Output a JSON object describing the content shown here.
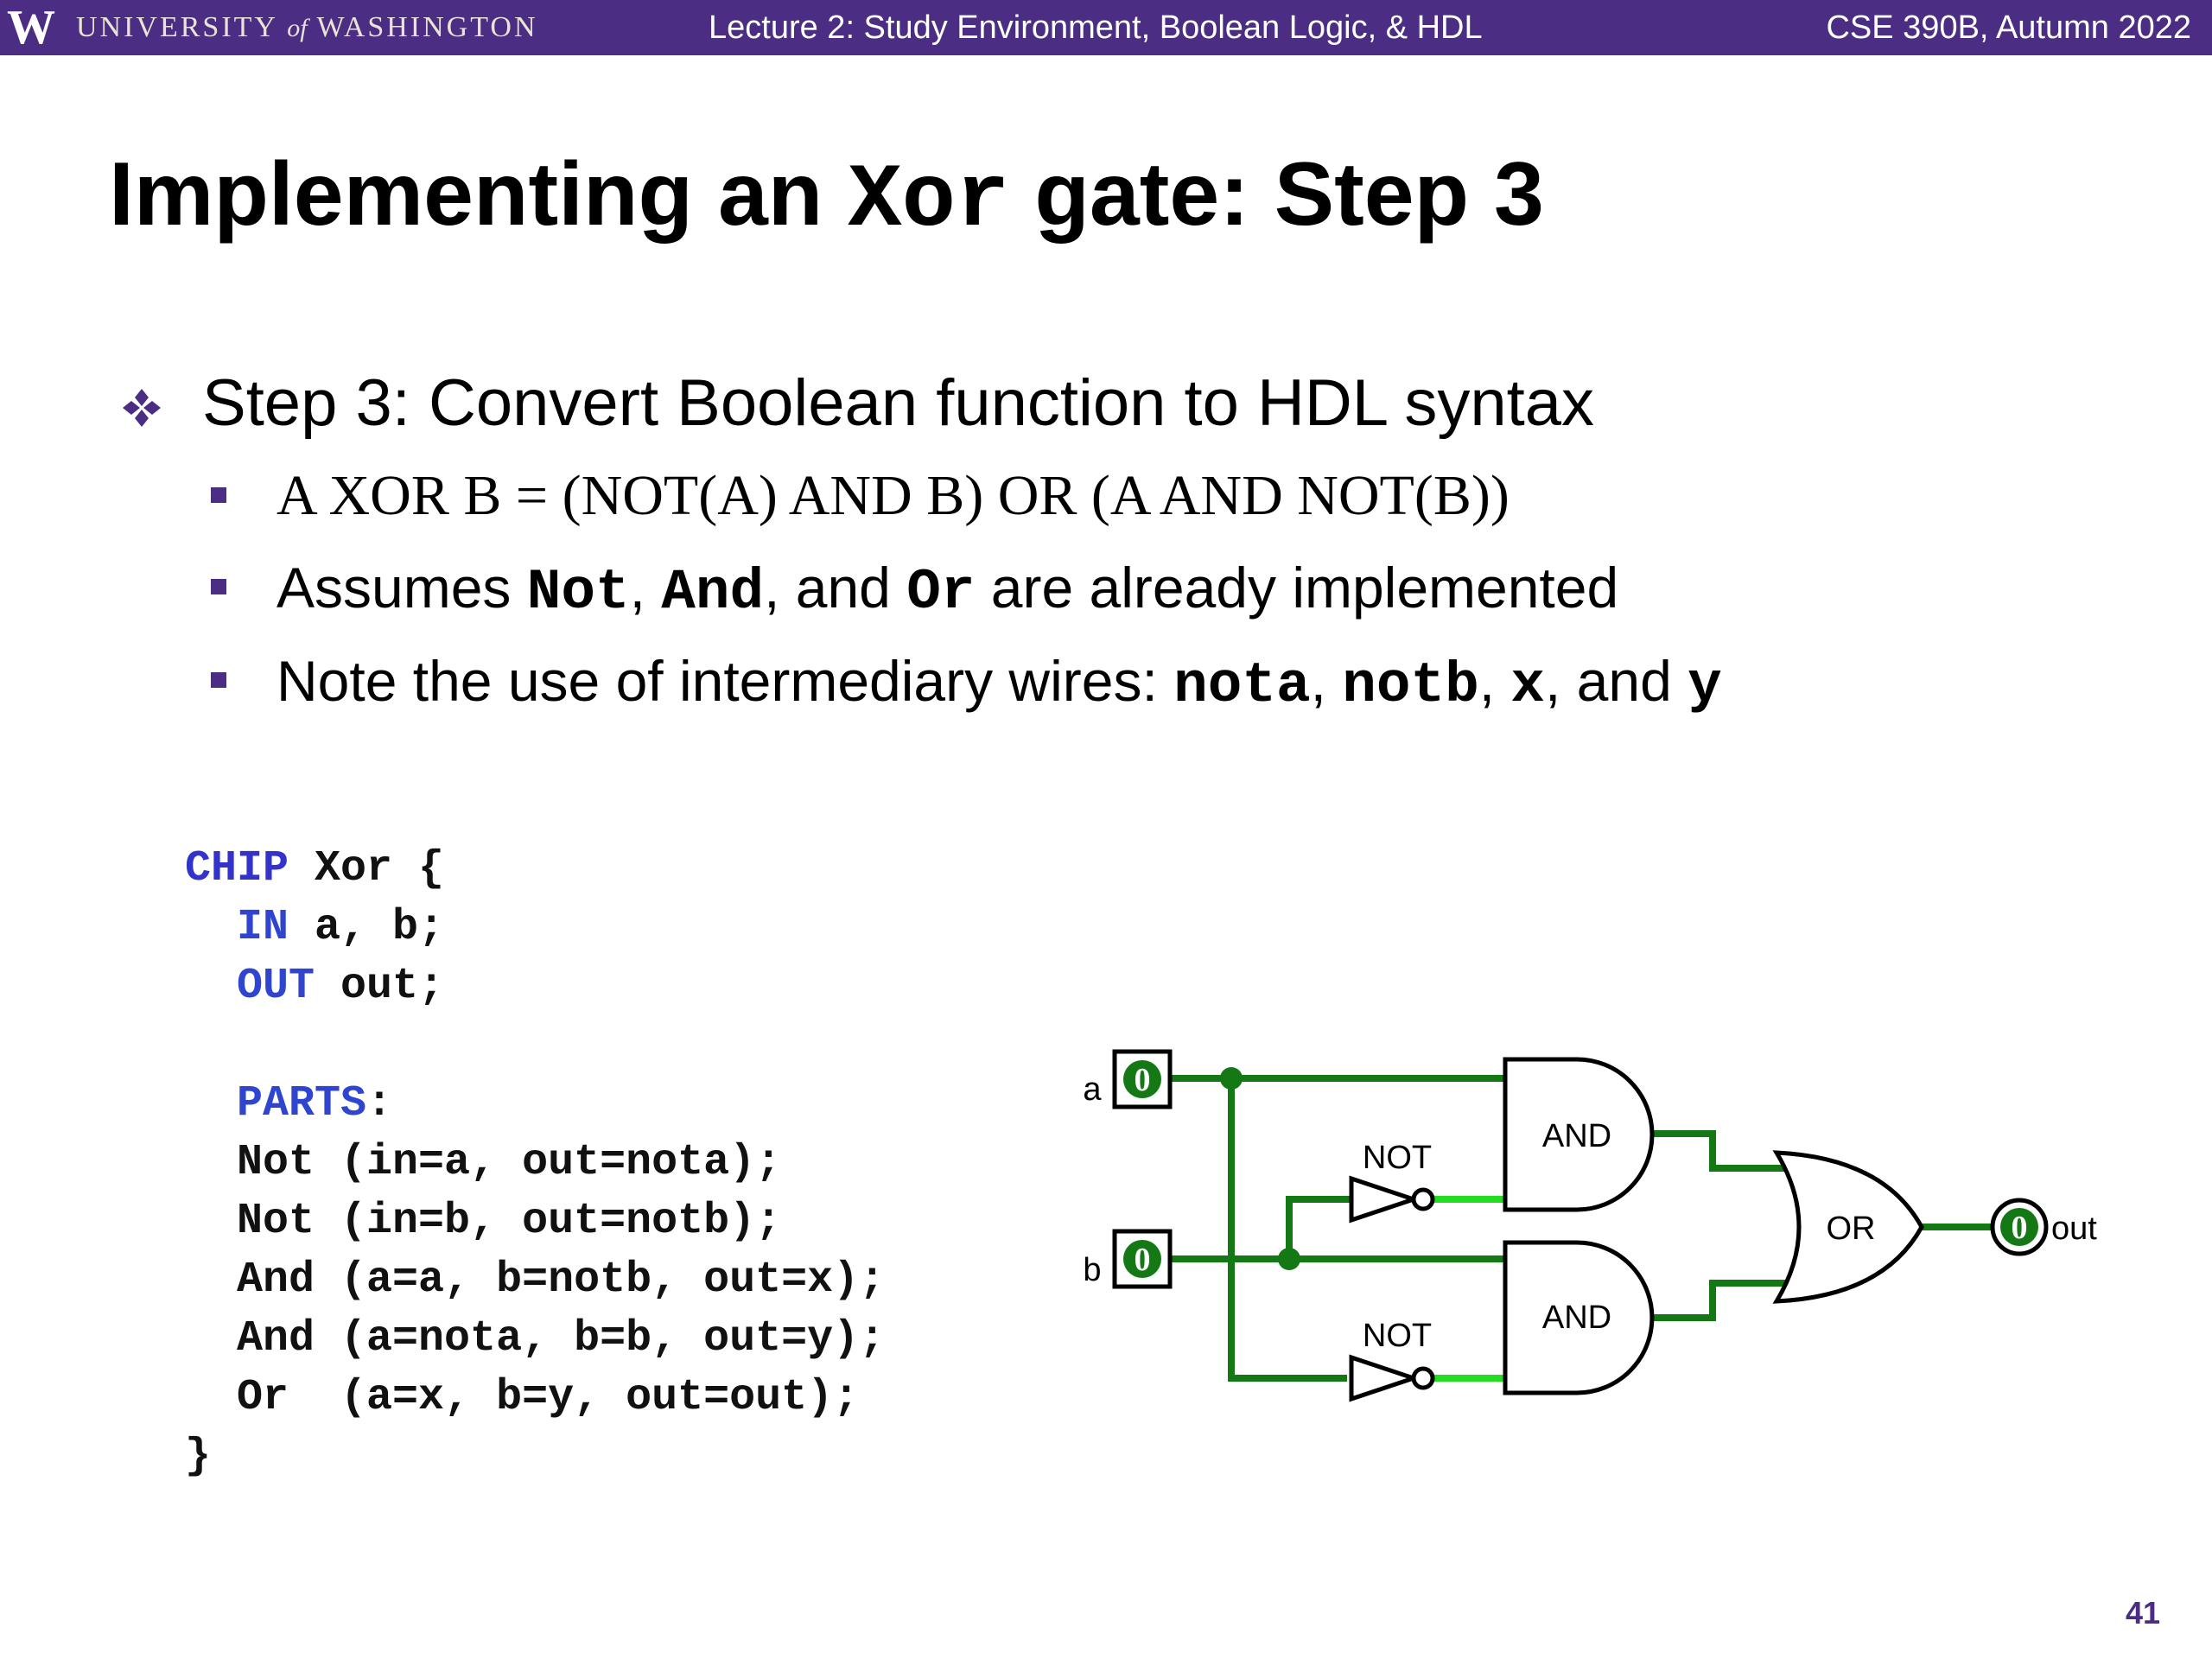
{
  "header": {
    "logo_letter": "W",
    "university_part1": "UNIVERSITY",
    "university_of": "of",
    "university_part2": "WASHINGTON",
    "lecture_title": "Lecture 2: Study Environment, Boolean Logic, & HDL",
    "course": "CSE 390B, Autumn 2022"
  },
  "title": {
    "prefix": "Implementing an ",
    "code": "Xor",
    "suffix": " gate: Step 3"
  },
  "bullets": {
    "main": "Step 3: Convert Boolean function to HDL syntax",
    "sub1": "A XOR B = (NOT(A) AND B) OR (A AND NOT(B))",
    "sub2": {
      "t1": "Assumes ",
      "c1": "Not",
      "t2": ", ",
      "c2": "And",
      "t3": ", and ",
      "c3": "Or",
      "t4": " are already implemented"
    },
    "sub3": {
      "t1": "Note the use of intermediary wires: ",
      "c1": "nota",
      "t2": ", ",
      "c2": "notb",
      "t3": ", ",
      "c3": "x",
      "t4": ", and ",
      "c4": "y"
    }
  },
  "code": {
    "kw_chip": "CHIP",
    "chip_rest": " Xor {",
    "kw_in": "IN",
    "in_rest": " a, b;",
    "kw_out": "OUT",
    "out_rest": " out;",
    "kw_parts": "PARTS",
    "parts_rest": ":",
    "line1": "Not (in=a, out=nota);",
    "line2": "Not (in=b, out=notb);",
    "line3": "And (a=a, b=notb, out=x);",
    "line4": "And (a=nota, b=b, out=y);",
    "line5": "Or  (a=x, b=y, out=out);",
    "close": "}"
  },
  "circuit": {
    "input_a_label": "a",
    "input_b_label": "b",
    "input_a_value": "0",
    "input_b_value": "0",
    "output_value": "0",
    "output_label": "out",
    "not_label_1": "NOT",
    "not_label_2": "NOT",
    "and_label_1": "AND",
    "and_label_2": "AND",
    "or_label": "OR",
    "wire_color": "#147814",
    "active_wire_color": "#22dd22"
  },
  "colors": {
    "header_bg": "#4b2e83",
    "accent": "#4b2e83",
    "keyword": "#3333cc"
  },
  "page_number": "41"
}
